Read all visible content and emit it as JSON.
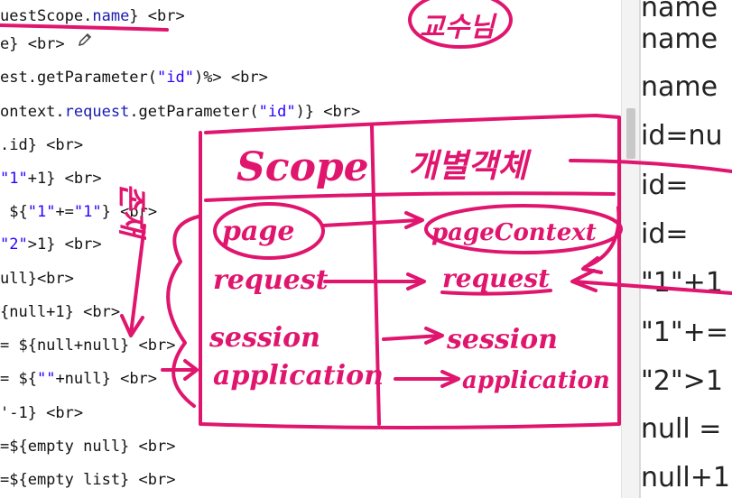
{
  "colors": {
    "ink": "#e0156e",
    "code_field": "#1a1ab0",
    "code_string": "#2a00ff",
    "editor_bg": "#ffffff"
  },
  "editor": {
    "lines": [
      [
        "uestScope.",
        "name",
        "} <br>"
      ],
      [
        "e} <br>"
      ],
      [
        "est.getParameter(",
        "\"id\"",
        ")%> <br>"
      ],
      [
        "ontext.",
        "request",
        ".getParameter(",
        "\"id\"",
        ")} <br>"
      ],
      [
        ".id} <br>"
      ],
      [
        "\"1\"",
        "+1} <br>"
      ],
      [
        " ${",
        "\"1\"",
        "+=",
        "\"1\"",
        "} <br>"
      ],
      [
        "\"2\"",
        ">1} <br>"
      ],
      [
        "ull}<br>"
      ],
      [
        "{null+1} <br>"
      ],
      [
        "= ${null+null} <br>"
      ],
      [
        "= ${",
        "\"\"",
        "+null} <br>"
      ],
      [
        "'-1} <br>"
      ],
      [
        "=${empty null} <br>"
      ],
      [
        "=${empty list} <br>"
      ]
    ]
  },
  "browser": {
    "lines": [
      "name",
      "name",
      "name",
      "id=nu",
      "id=",
      "id=",
      "\"1\"+1",
      "\"1\"+=",
      "\"2\">1",
      "null =",
      "null+1"
    ]
  },
  "annotation": {
    "header_left": "Scope",
    "header_right": "개별객체",
    "left": [
      "page",
      "request",
      "session",
      "application"
    ],
    "right": [
      "pageContext",
      "request",
      "session",
      "application"
    ],
    "side_korean": "존재",
    "top_scribble": "교수님"
  }
}
